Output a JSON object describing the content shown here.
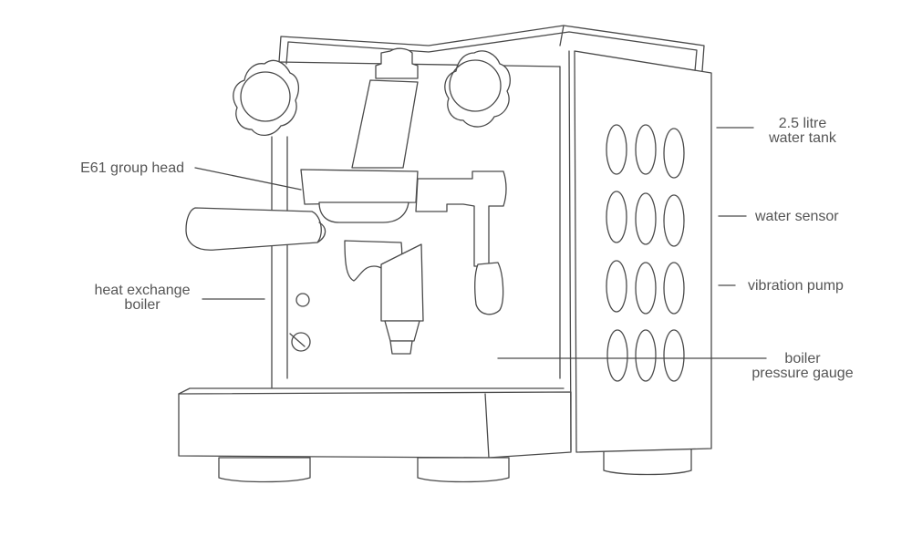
{
  "labels": {
    "group_head": "E61 group head",
    "boiler_line1": "heat exchange",
    "boiler_line2": "boiler",
    "tank_line1": "2.5 litre",
    "tank_line2": "water tank",
    "sensor": "water sensor",
    "pump": "vibration pump",
    "gauge_line1": "boiler",
    "gauge_line2": "pressure gauge"
  },
  "colors": {
    "line": "#4a4a4a",
    "label": "#555555",
    "background": "#ffffff"
  }
}
